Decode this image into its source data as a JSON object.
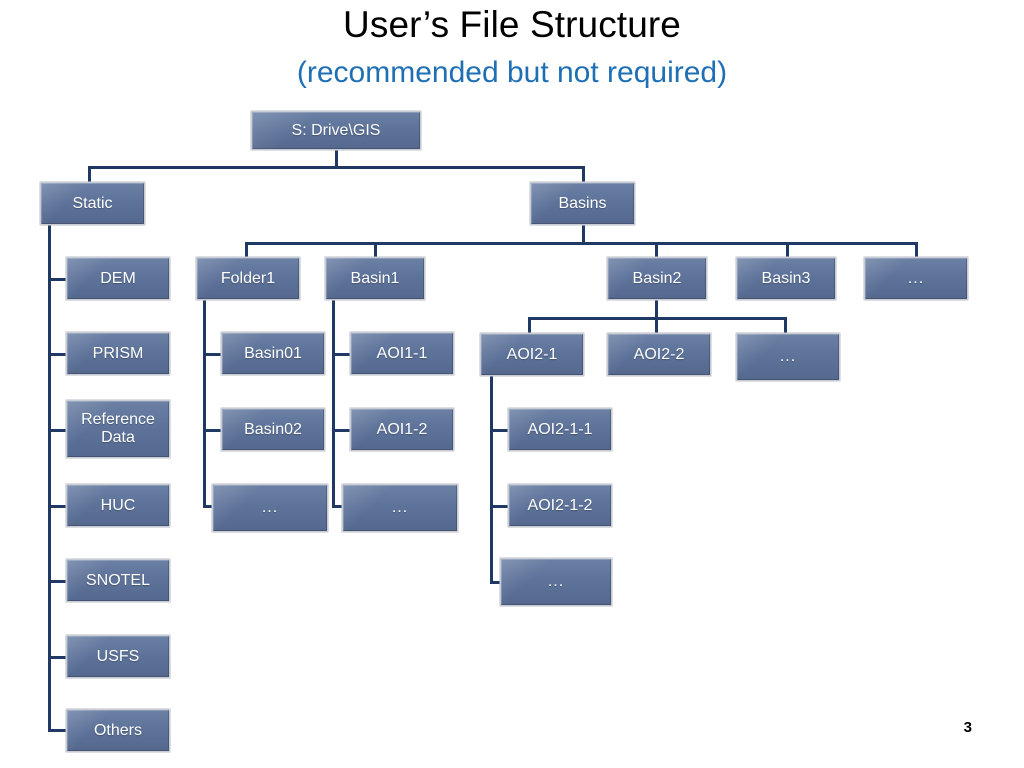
{
  "slide": {
    "title": "User’s File Structure",
    "subtitle": "(recommended but not required)",
    "page_number": "3",
    "colors": {
      "node_fill": "#5e739a",
      "node_border": "#c9ccd4",
      "connector": "#1f3864",
      "title_color": "#000000",
      "subtitle_color": "#1f6fb5",
      "background": "#ffffff",
      "node_text": "#ffffff"
    }
  },
  "chart_data": {
    "type": "tree",
    "title": "User’s File Structure",
    "root": "S: Drive\\GIS"
  },
  "nodes": {
    "root": "S: Drive\\GIS",
    "static": "Static",
    "basins": "Basins",
    "static_children": [
      "DEM",
      "PRISM",
      "Reference\nData",
      "HUC",
      "SNOTEL",
      "USFS",
      "Others"
    ],
    "static_child_dem": "DEM",
    "static_child_prism": "PRISM",
    "static_child_reference_line1": "Reference",
    "static_child_reference_line2": "Data",
    "static_child_huc": "HUC",
    "static_child_snotel": "SNOTEL",
    "static_child_usfs": "USFS",
    "static_child_others": "Others",
    "basins_children": [
      "Folder1",
      "Basin1",
      "Basin2",
      "Basin3",
      "..."
    ],
    "basins_child_folder1": "Folder1",
    "basins_child_basin1": "Basin1",
    "basins_child_basin2": "Basin2",
    "basins_child_basin3": "Basin3",
    "basins_child_more": "...",
    "folder1_children": [
      "Basin01",
      "Basin02",
      "..."
    ],
    "folder1_child_basin01": "Basin01",
    "folder1_child_basin02": "Basin02",
    "folder1_child_more": "...",
    "basin1_children": [
      "AOI1-1",
      "AOI1-2",
      "..."
    ],
    "basin1_child_aoi1_1": "AOI1-1",
    "basin1_child_aoi1_2": "AOI1-2",
    "basin1_child_more": "...",
    "basin2_children": [
      "AOI2-1",
      "AOI2-2",
      "..."
    ],
    "basin2_child_aoi2_1": "AOI2-1",
    "basin2_child_aoi2_2": "AOI2-2",
    "basin2_child_more": "...",
    "aoi2_1_children": [
      "AOI2-1-1",
      "AOI2-1-2",
      "..."
    ],
    "aoi2_1_child_1": "AOI2-1-1",
    "aoi2_1_child_2": "AOI2-1-2",
    "aoi2_1_child_more": "..."
  }
}
